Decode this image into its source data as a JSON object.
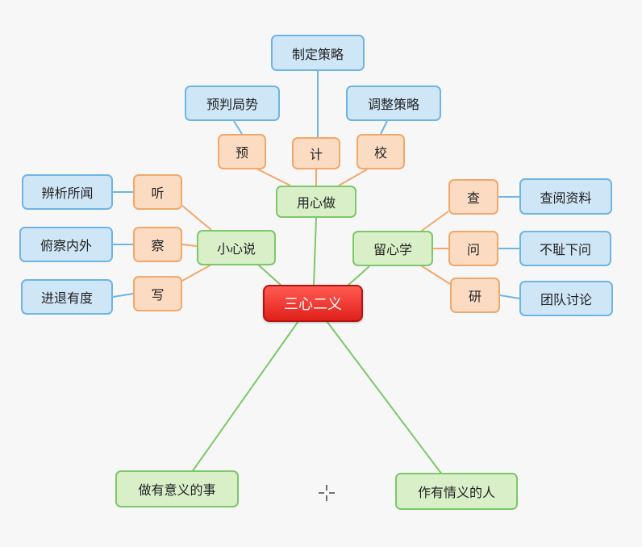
{
  "root": {
    "label": "三心二义"
  },
  "branches": {
    "yongxin": {
      "label": "用心做",
      "children": [
        "预",
        "计",
        "校"
      ],
      "leaves": [
        "预判局势",
        "制定策略",
        "调整策略"
      ]
    },
    "xiaoxin": {
      "label": "小心说",
      "children": [
        "听",
        "察",
        "写"
      ],
      "leaves": [
        "辨析所闻",
        "俯察内外",
        "进退有度"
      ]
    },
    "liuxin": {
      "label": "留心学",
      "children": [
        "查",
        "问",
        "研"
      ],
      "leaves": [
        "查阅资料",
        "不耻下问",
        "团队讨论"
      ]
    },
    "yi1": {
      "label": "做有意义的事"
    },
    "yi2": {
      "label": "作有情义的人"
    }
  },
  "colors": {
    "root": "#e0201b",
    "branch": "#7cc86a",
    "child": "#f1a86a",
    "leaf": "#6fb5e3",
    "link_green": "#7cc86a",
    "link_orange": "#f1a86a",
    "link_blue": "#6fb5e3"
  },
  "icons": {
    "cursor": "crosshair-cursor-icon"
  }
}
